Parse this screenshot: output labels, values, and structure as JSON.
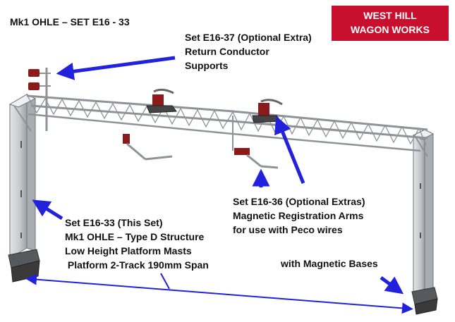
{
  "title": "Mk1 OHLE – SET E16 - 33",
  "logo": {
    "line1": "WEST HILL",
    "line2": "WAGON WORKS",
    "color": "#c8102e"
  },
  "callouts": {
    "e16_37": {
      "line1": "Set E16-37 (Optional Extra)",
      "line2": "Return Conductor",
      "line3": "Supports"
    },
    "e16_36": {
      "line1": "Set E16-36 (Optional Extras)",
      "line2": "Magnetic Registration Arms",
      "line3": "for use with Peco wires"
    },
    "e16_33": {
      "line1": "Set E16-33 (This Set)",
      "line2": "Mk1 OHLE – Type D Structure",
      "line3": "Low Height Platform Masts",
      "line4": " Platform 2-Track 190mm Span"
    },
    "bases": "with Magnetic Bases"
  },
  "colors": {
    "arrow": "#2222dd",
    "steel": "#c9ccd0",
    "steel_dark": "#8e9398",
    "insulator": "#8b1a1a",
    "base": "#3a3a3a"
  }
}
